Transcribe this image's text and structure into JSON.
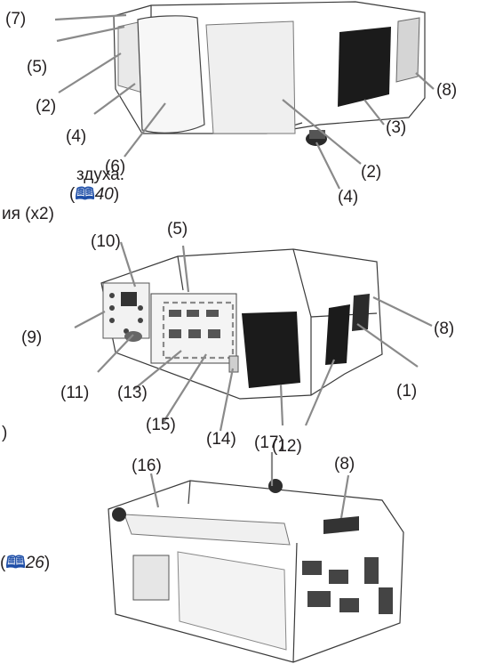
{
  "labels": {
    "fig1": {
      "l7": "(7)",
      "l5": "(5)",
      "l2a": "(2)",
      "l4a": "(4)",
      "l6": "(6)",
      "l3": "(3)",
      "l8": "(8)",
      "l2b": "(2)",
      "l4b": "(4)"
    },
    "fig2": {
      "l10": "(10)",
      "l5": "(5)",
      "l9": "(9)",
      "l8": "(8)",
      "l11": "(11)",
      "l13": "(13)",
      "l1": "(1)",
      "l15": "(15)",
      "l14": "(14)",
      "l12": "(12)"
    },
    "fig3": {
      "l16": "(16)",
      "l17": "(17)",
      "l8": "(8)"
    }
  },
  "text_fragments": {
    "air": "здуха.",
    "ref40_open": "(",
    "ref40_icon": "🕮",
    "ref40_page": "40",
    "ref40_close": ")",
    "x2": "ия (x2)",
    "paren_close": ")",
    "ref26_open": "(",
    "ref26_icon": "🕮",
    "ref26_page": "26",
    "ref26_close": ")"
  },
  "colors": {
    "leader": "#8a8a8a",
    "book_icon": "#1f4fa8",
    "text": "#231f20"
  }
}
